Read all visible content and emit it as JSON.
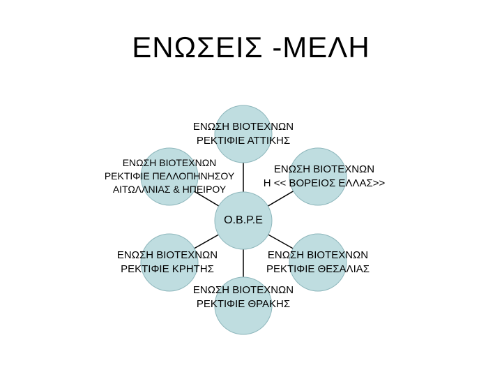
{
  "title": "ΕΝΩΣΕΙΣ -ΜΕΛΗ",
  "hub": {
    "label": "Ο.Β.Ρ.Ε"
  },
  "members": [
    {
      "id": "attiki",
      "label": "ΕΝΩΣΗ ΒΙΟΤΕΧΝΩΝ\nΡΕΚΤΙΦΙΕ ΑΤΤΙΚΗΣ"
    },
    {
      "id": "voreios",
      "label": "ΕΝΩΣΗ ΒΙΟΤΕΧΝΩΝ\nΗ << ΒΟΡΕΙΟΣ ΕΛΛΑΣ>>"
    },
    {
      "id": "thessalia",
      "label": "ΕΝΩΣΗ ΒΙΟΤΕΧΝΩΝ\nΡΕΚΤΙΦΙΕ ΘΕΣΑΛΙΑΣ"
    },
    {
      "id": "thraki",
      "label": "ΕΝΩΣΗ ΒΙΟΤΕΧΝΩΝ\nΡΕΚΤΙΦΙΕ ΘΡΑΚΗΣ"
    },
    {
      "id": "kriti",
      "label": "ΕΝΩΣΗ ΒΙΟΤΕΧΝΩΝ\nΡΕΚΤΙΦΙΕ ΚΡΗΤΗΣ"
    },
    {
      "id": "pellinisou",
      "label": "ΕΝΩΣΗ ΒΙΟΤΕΧΝΩΝ\nΡΕΚΤΙΦΙΕ ΠΕΛΛΟΠΗΝΗΣΟΥ\nΑΙΤΩΛΛΝΙΑΣ & ΗΠΕΙΡΟΥ"
    }
  ],
  "colors": {
    "node_fill": "#bfdde0",
    "node_stroke": "#8eb7bc",
    "connector": "#000000"
  }
}
